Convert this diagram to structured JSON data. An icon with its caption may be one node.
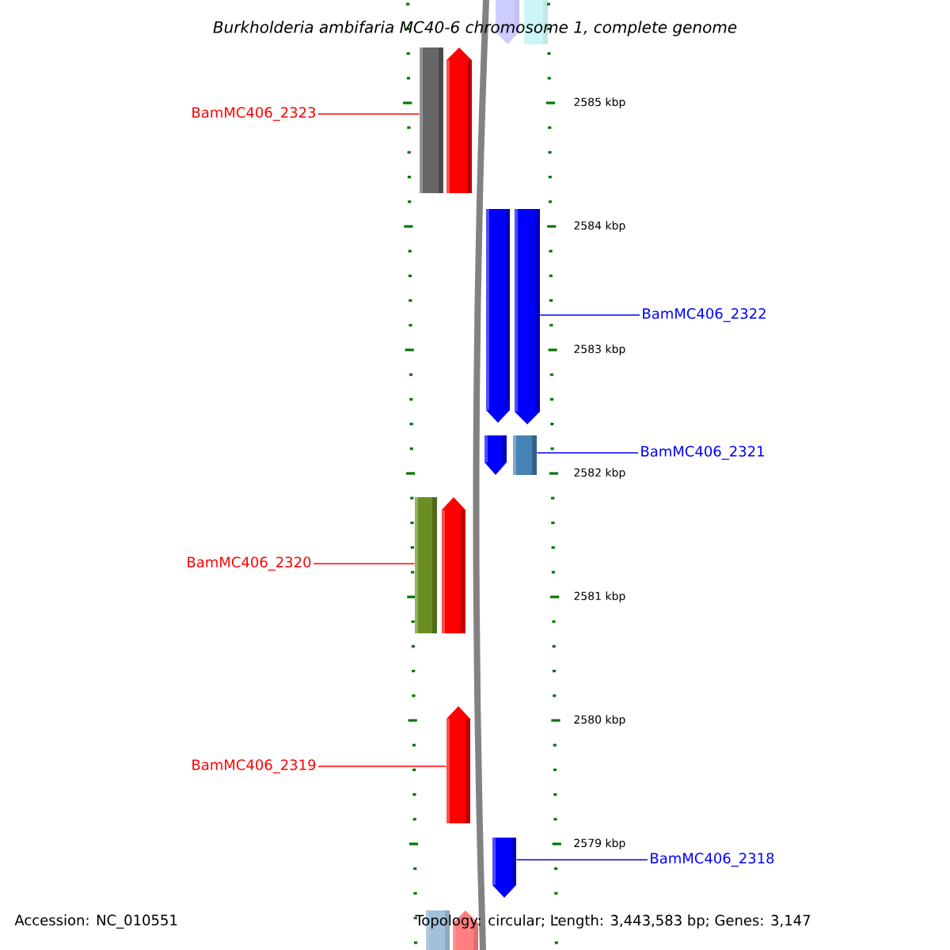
{
  "diagram": {
    "title": "Burkholderia ambifaria MC40-6 chromosome 1, complete genome",
    "nodes": [
      {
        "text": [],
        "shape": "bar"
      },
      {
        "text": [],
        "shape": "bar"
      },
      {
        "text": [
          "BamMC406_2323"
        ]
      },
      {
        "text": [],
        "shape": "bar"
      },
      {
        "text": [],
        "shape": "bar"
      },
      {
        "text": [],
        "shape": "bar"
      },
      {
        "text": [],
        "shape": "bar"
      },
      {
        "text": [
          "BamMC406_2322"
        ]
      },
      {
        "text": [],
        "shape": "bar"
      },
      {
        "text": [],
        "shape": "bar"
      },
      {
        "text": [
          "BamMC406_2321"
        ]
      },
      {
        "text": [
          "BamMC406_2320"
        ]
      },
      {
        "text": [],
        "shape": "bar"
      },
      {
        "text": [],
        "shape": "bar"
      },
      {
        "text": [
          "BamMC406_2319"
        ]
      },
      {
        "text": [],
        "shape": "bar"
      },
      {
        "text": [],
        "shape": "bar"
      },
      {
        "text": [
          "BamMC406_2318"
        ]
      },
      {
        "text": [],
        "shape": "bar"
      },
      {
        "text": [],
        "shape": "bar"
      }
    ],
    "edges": [
      {
        "from": 2,
        "to": 3,
        "arrow": "none",
        "color": "#ff0000"
      },
      {
        "from": 7,
        "to": 6,
        "arrow": "none",
        "color": "#0000ff"
      },
      {
        "from": 10,
        "to": 9,
        "arrow": "none",
        "color": "#0000ff"
      },
      {
        "from": 11,
        "to": 12,
        "arrow": "none",
        "color": "#ff0000"
      },
      {
        "from": 14,
        "to": 15,
        "arrow": "none",
        "color": "#ff0000"
      },
      {
        "from": 17,
        "to": 16,
        "arrow": "none",
        "color": "#0000ff"
      }
    ],
    "labels": [
      "2585 kbp",
      "2584 kbp",
      "2583 kbp",
      "2582 kbp",
      "2581 kbp",
      "2580 kbp",
      "2579 kbp",
      "Accession: NC_010551",
      "Topology: circular; Length: 3,443,583 bp; Genes: 3,147"
    ]
  }
}
